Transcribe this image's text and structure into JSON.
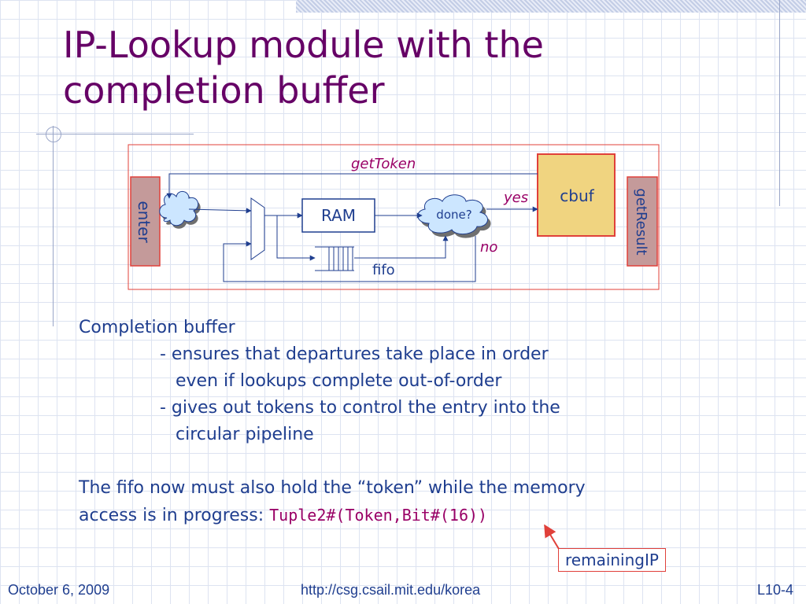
{
  "title": {
    "line1": "IP-Lookup module with the",
    "line2": "completion buffer"
  },
  "diagram": {
    "enter_label": "enter",
    "getresult_label": "getResult",
    "ram_label": "RAM",
    "done_label": "done?",
    "cbuf_label": "cbuf",
    "fifo_label": "fifo",
    "gettoken_label": "getToken",
    "yes_label": "yes",
    "no_label": "no"
  },
  "body": {
    "line1": "Completion buffer",
    "line2": "- ensures that departures take place in order",
    "line3": "even if lookups complete out-of-order",
    "line4": "- gives out tokens to control the entry into the",
    "line5": "circular pipeline",
    "line6": "The fifo now must also hold the “token” while the memory",
    "line7_prefix": "access is in progress: ",
    "line7_code": "Tuple2#(Token,Bit#(16))"
  },
  "callout": "remainingIP",
  "footer": {
    "date": "October 6, 2009",
    "url": "http://csg.csail.mit.edu/korea",
    "page": "L10-4"
  },
  "colors": {
    "title": "#660066",
    "body_text": "#1f3e8f",
    "code": "#990066",
    "frame_red": "#e0403a",
    "cbuf_fill": "#f0d480",
    "side_box_fill": "#c49a9a",
    "cloud_fill": "#cce6ff"
  }
}
